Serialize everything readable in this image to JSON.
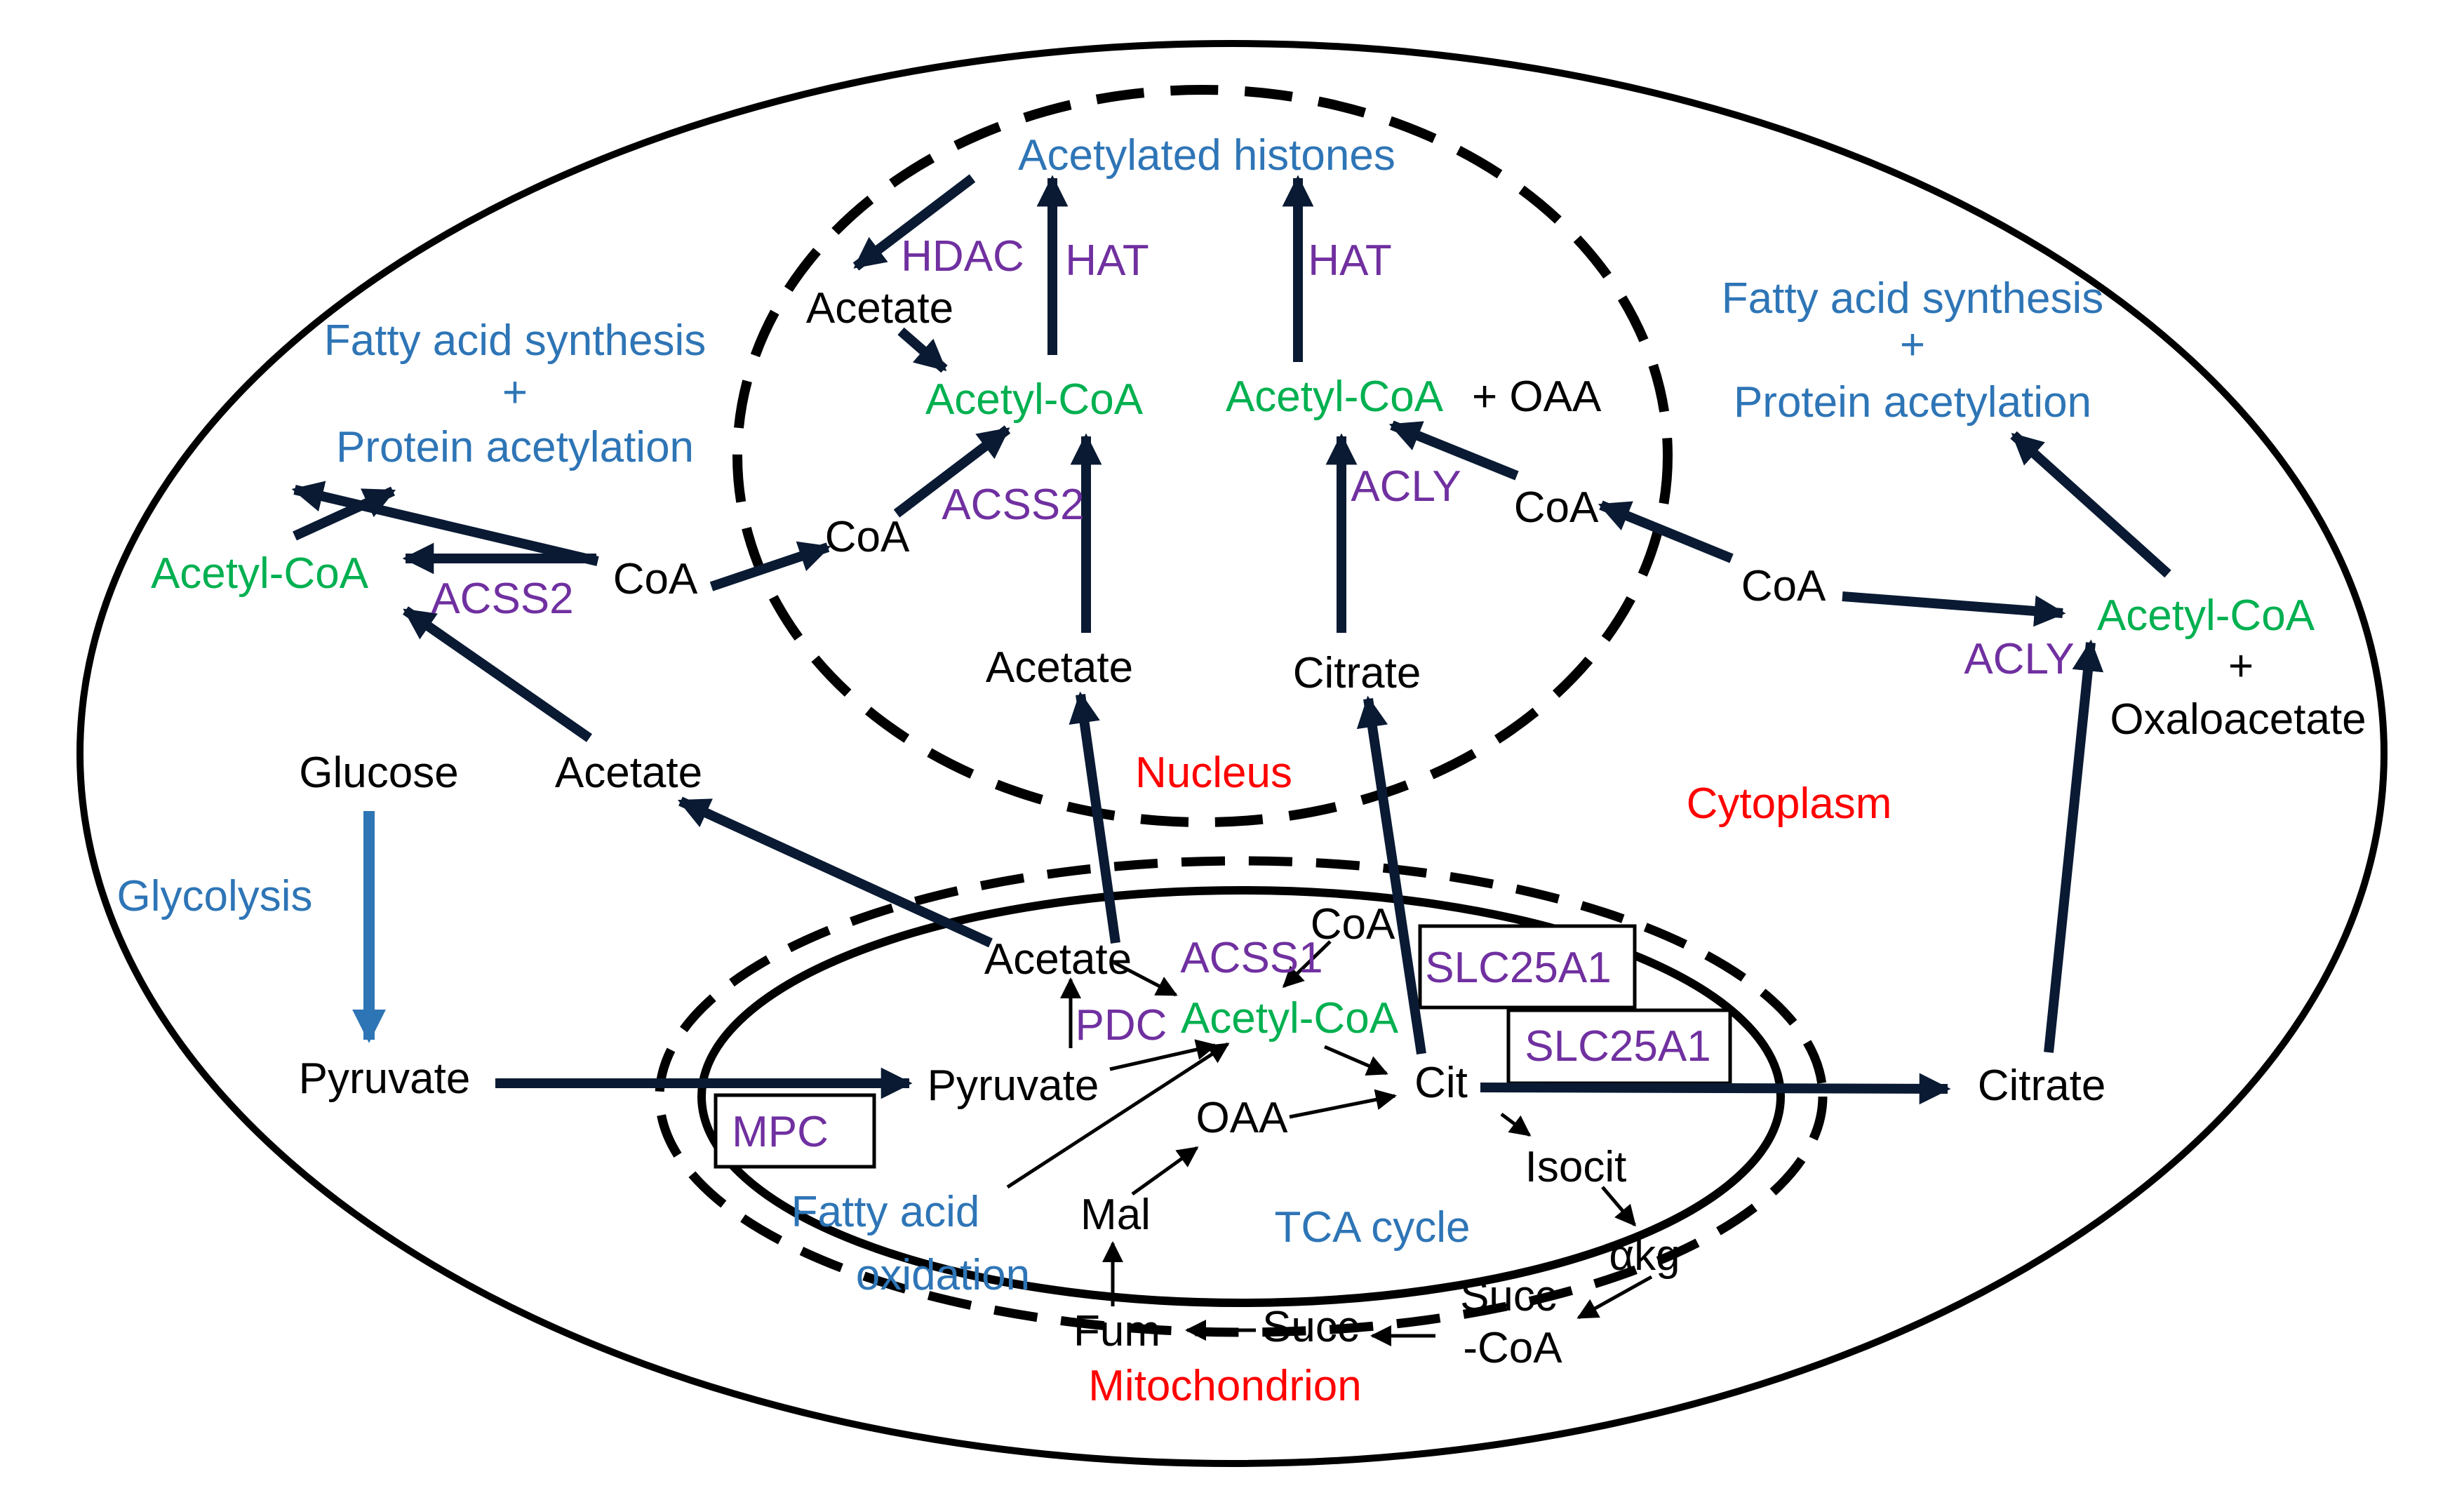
{
  "compartments": {
    "nucleus": "Nucleus",
    "cytoplasm": "Cytoplasm",
    "mitochondrion": "Mitochondrion"
  },
  "nucleus": {
    "acetylated_histones": "Acetylated histones",
    "hdac": "HDAC",
    "hat_left": "HAT",
    "hat_right": "HAT",
    "acetate_top": "Acetate",
    "acetyl_coa_left": "Acetyl-CoA",
    "acetyl_coa_right": "Acetyl-CoA",
    "plus_oaa": "+ OAA",
    "acss2": "ACSS2",
    "acly": "ACLY",
    "coa_left": "CoA",
    "coa_right": "CoA",
    "acetate_bottom": "Acetate",
    "citrate": "Citrate"
  },
  "cytoplasm_left": {
    "fatty_acid_synthesis": "Fatty acid synthesis",
    "plus": "+",
    "protein_acetylation": "Protein acetylation",
    "acetyl_coa": "Acetyl-CoA",
    "acss2": "ACSS2",
    "coa": "CoA",
    "glucose": "Glucose",
    "acetate": "Acetate",
    "glycolysis": "Glycolysis",
    "pyruvate": "Pyruvate"
  },
  "cytoplasm_right": {
    "fatty_acid_synthesis": "Fatty acid synthesis",
    "plus": "+",
    "protein_acetylation": "Protein acetylation",
    "coa": "CoA",
    "acetyl_coa": "Acetyl-CoA",
    "acly": "ACLY",
    "plus2": "+",
    "oxaloacetate": "Oxaloacetate",
    "citrate": "Citrate"
  },
  "mitochondrion": {
    "mpc": "MPC",
    "slc25a1_top": "SLC25A1",
    "slc25a1_bottom": "SLC25A1",
    "coa": "CoA",
    "acetate": "Acetate",
    "acss1": "ACSS1",
    "pdc": "PDC",
    "acetyl_coa": "Acetyl-CoA",
    "pyruvate": "Pyruvate",
    "cit": "Cit",
    "oaa": "OAA",
    "isocit": "Isocit",
    "akg": "αkg",
    "succ_coa_1": "Succ",
    "succ_coa_2": "-CoA",
    "succ": "Succ",
    "fum": "Fum",
    "mal": "Mal",
    "fatty_acid_1": "Fatty acid",
    "fatty_acid_2": "oxidation",
    "tca_cycle": "TCA cycle"
  }
}
